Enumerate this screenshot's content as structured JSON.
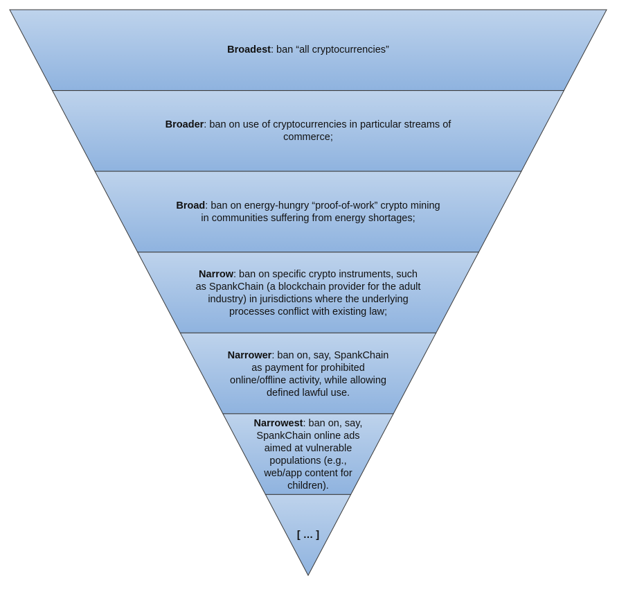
{
  "funnel": {
    "fill_top": "#bed3ec",
    "fill_bottom": "#8fb3df",
    "outline": "#3a3a3a",
    "levels": [
      {
        "term": "Broadest",
        "text": ": ban “all cryptocurrencies”"
      },
      {
        "term": "Broader",
        "text": ": ban on use of cryptocurrencies in particular streams of commerce;"
      },
      {
        "term": "Broad",
        "text": ": ban on energy-hungry “proof-of-work” crypto mining in communities suffering from energy shortages;"
      },
      {
        "term": "Narrow",
        "text": ": ban on specific crypto instruments, such as SpankChain (a blockchain provider for the adult industry) in jurisdictions where the underlying processes conflict with existing law;"
      },
      {
        "term": "Narrower",
        "text": ": ban on, say, SpankChain as payment for prohibited online/offline activity, while allowing defined lawful use."
      },
      {
        "term": "Narrowest",
        "text": ": ban on, say, SpankChain online ads aimed at vulnerable populations (e.g., web/app content for children)."
      },
      {
        "term": "[ … ]",
        "text": ""
      }
    ]
  }
}
